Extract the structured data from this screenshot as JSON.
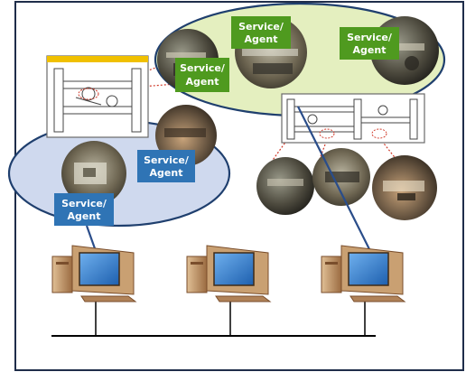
{
  "labels": {
    "green_a": [
      "Service/",
      "Agent"
    ],
    "green_b": [
      "Service/",
      "Agent"
    ],
    "green_c": [
      "Service/",
      "Agent"
    ],
    "blue_a": [
      "Service/",
      "Agent"
    ],
    "blue_b": [
      "Service/",
      "Agent"
    ]
  },
  "colors": {
    "frame": "#1f2d4a",
    "green_region_fill": "#e4efbf",
    "green_region_stroke": "#1f3f6e",
    "blue_region_fill": "#cfd9ee",
    "blue_region_stroke": "#1f3f6e",
    "green_label_fill": "#4f9a1f",
    "green_label_text": "#ffffff",
    "blue_label_fill": "#2f74b5",
    "blue_label_text": "#ffffff",
    "connector_blue": "#2a4d8a",
    "dotted_red": "#d03a2a",
    "network_line": "#000000",
    "computer_case": "#c9a072",
    "computer_dark": "#7a4e2c",
    "screen_blue": "#2d7bd0"
  },
  "icons": {
    "computers": [
      "desktop-computer-icon",
      "desktop-computer-icon",
      "desktop-computer-icon"
    ],
    "photos": [
      "conveyor-station-photo",
      "robot-cell-photo",
      "gripper-photo",
      "assembly-line-photo",
      "workpiece-closeup-photo",
      "transfer-unit-photo",
      "sorting-station-photo",
      "process-module-photo"
    ]
  }
}
